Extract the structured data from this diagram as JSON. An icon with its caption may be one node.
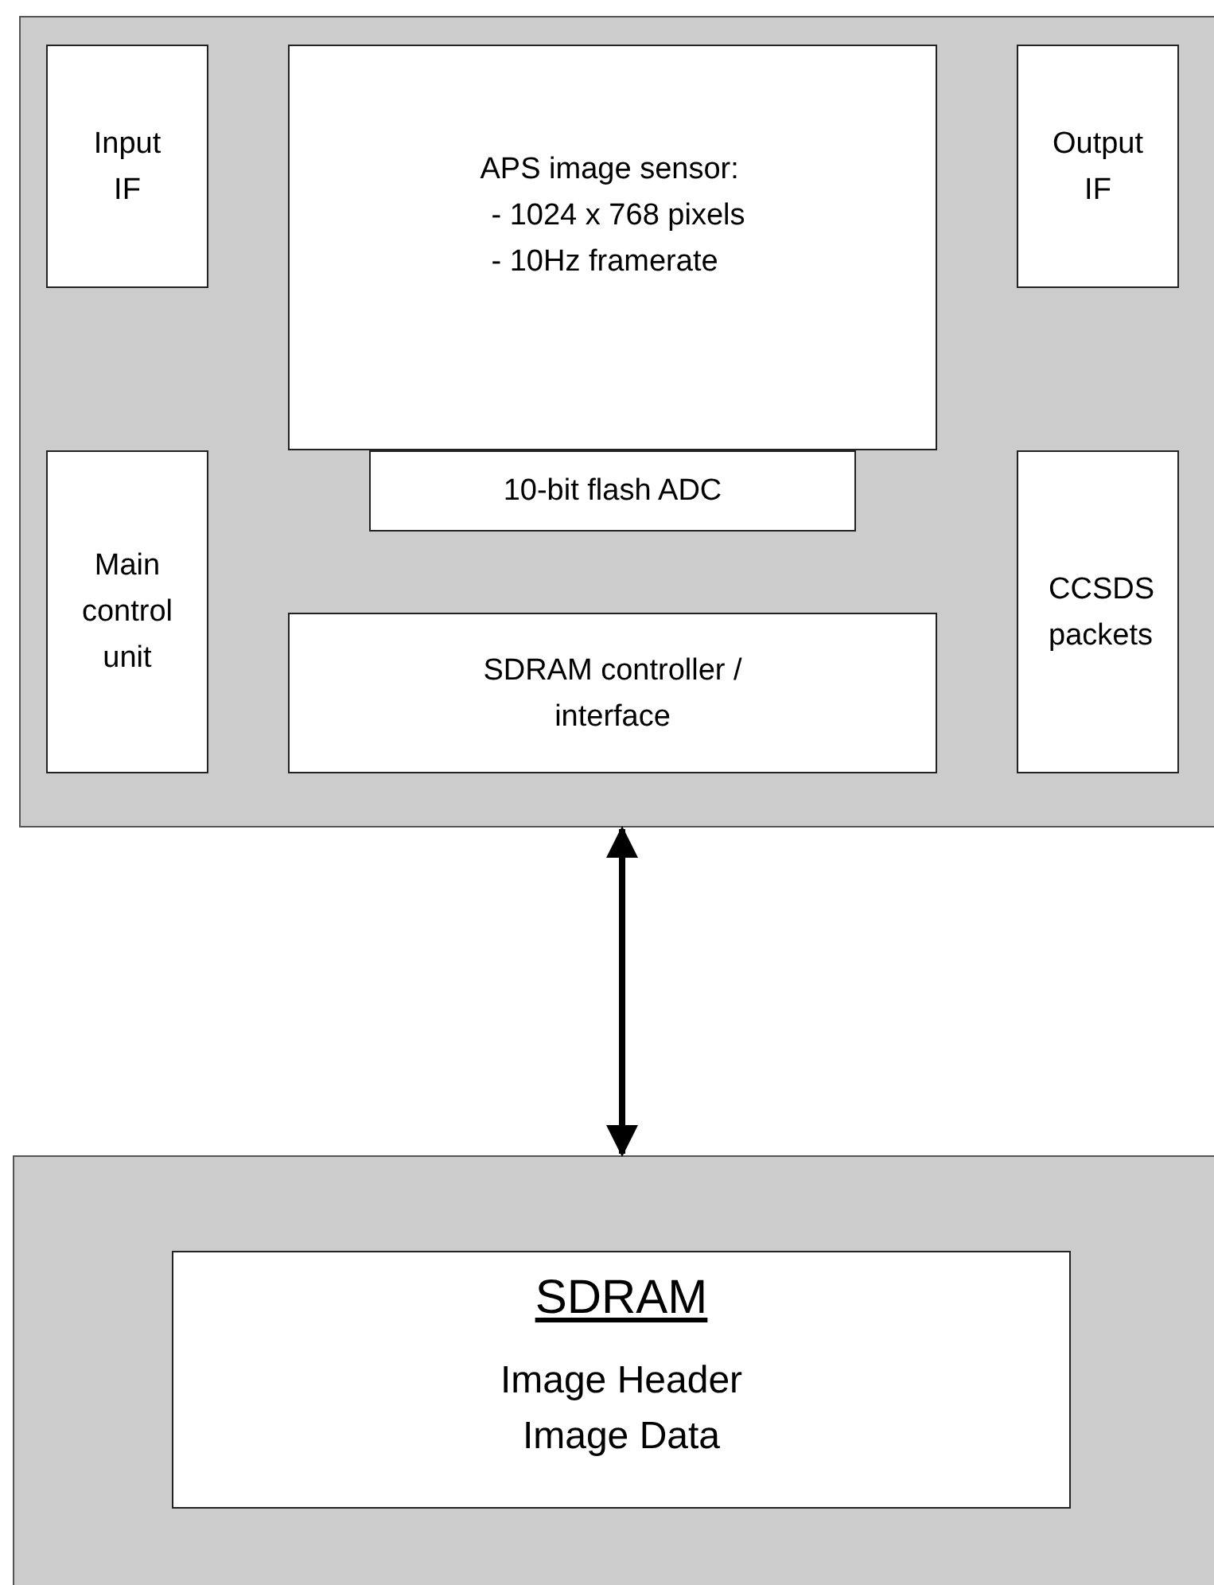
{
  "diagram": {
    "nodes": [
      {
        "text": [],
        "shape": "box"
      },
      {
        "text": [
          "Input IF"
        ],
        "in": 0
      },
      {
        "text": [
          "APS image sensor:",
          "- 1024 x 768 pixels",
          "- 10Hz framerate"
        ],
        "in": 0
      },
      {
        "text": [
          "Output IF"
        ],
        "in": 0
      },
      {
        "text": [
          "10-bit flash ADC"
        ],
        "in": 0
      },
      {
        "text": [
          "Main control unit"
        ],
        "in": 0
      },
      {
        "text": [
          "SDRAM controller / interface"
        ],
        "in": 0
      },
      {
        "text": [
          "CCSDS packets"
        ],
        "in": 0
      },
      {
        "text": [],
        "shape": "box"
      },
      {
        "text": [
          "SDRAM",
          "Image Header Image Data"
        ],
        "in": 8
      }
    ],
    "edges": [
      {
        "from": 0,
        "to": 8,
        "arrow": "both"
      }
    ]
  }
}
